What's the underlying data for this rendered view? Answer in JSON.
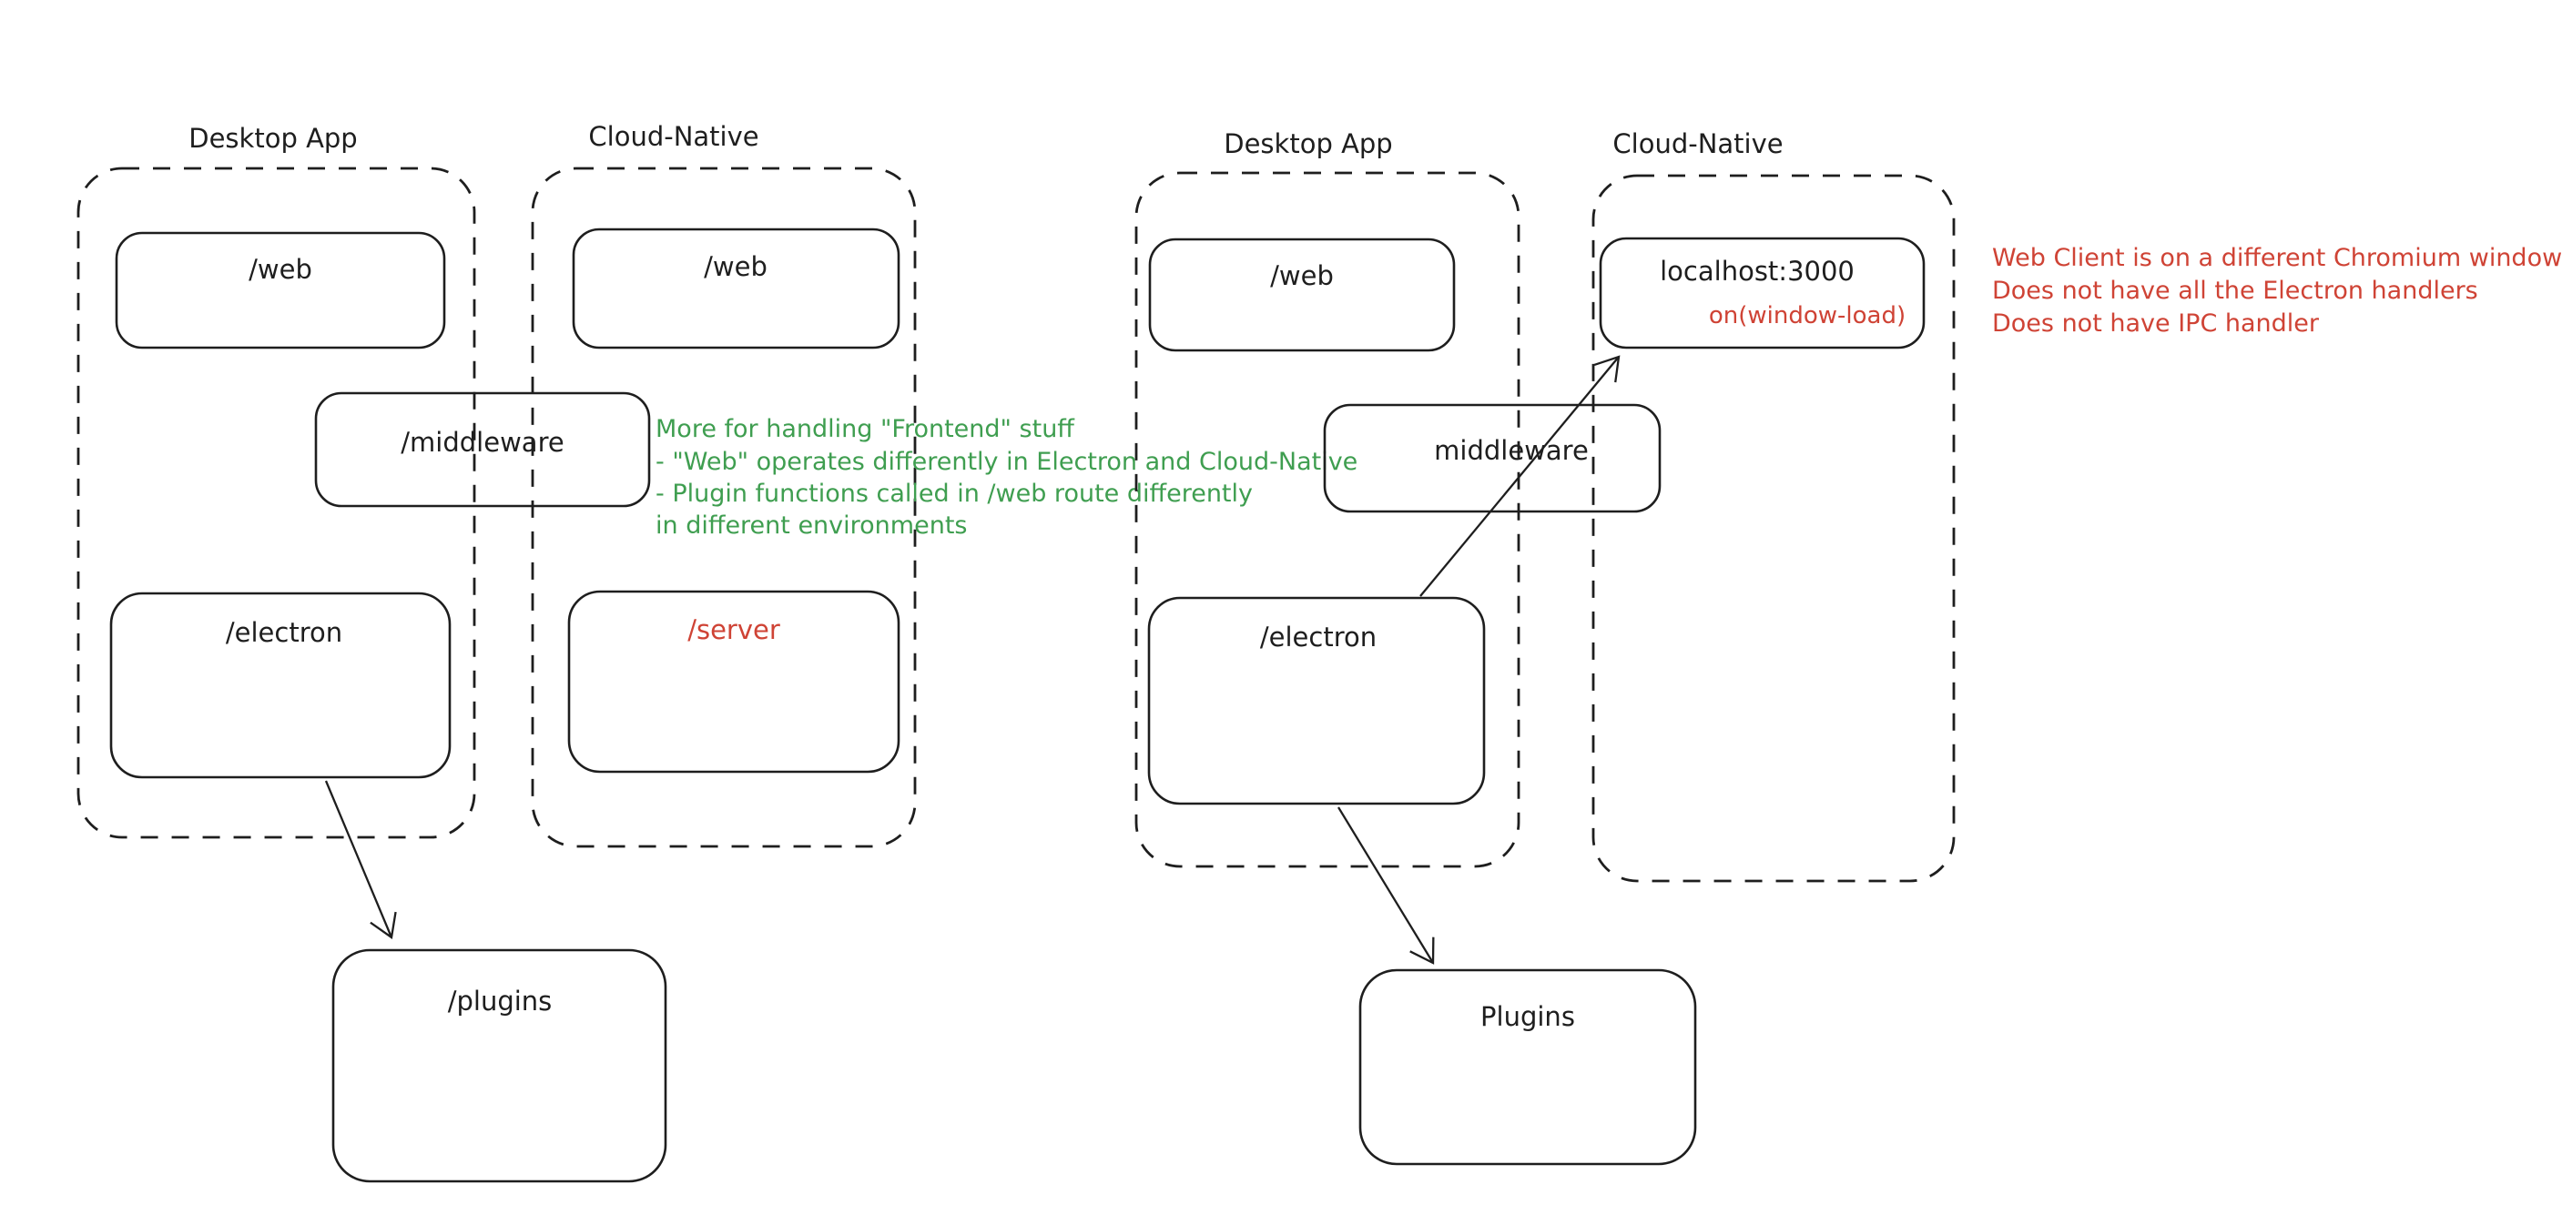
{
  "colors": {
    "ink": "#1e1e1e",
    "red": "#cf4335",
    "green": "#3f9e50",
    "background": "#ffffff"
  },
  "left": {
    "desktop_label": "Desktop App",
    "cloud_label": "Cloud-Native",
    "boxes": {
      "web_desktop": "/web",
      "web_cloud": "/web",
      "middleware": "/middleware",
      "electron": "/electron",
      "server": "/server",
      "plugins": "/plugins"
    },
    "note_green": [
      "More for handling \"Frontend\" stuff",
      "- \"Web\" operates differently in Electron and Cloud-Native",
      "- Plugin functions called in /web route differently",
      "in different environments"
    ]
  },
  "right": {
    "desktop_label": "Desktop App",
    "cloud_label": "Cloud-Native",
    "boxes": {
      "web": "/web",
      "localhost": "localhost:3000",
      "window_load": "on(window-load)",
      "middleware": "middleware",
      "electron": "/electron",
      "plugins": "Plugins"
    },
    "note_red": [
      "Web Client is on a different Chromium window",
      "Does not have all the Electron handlers",
      "Does not have IPC handler"
    ]
  }
}
